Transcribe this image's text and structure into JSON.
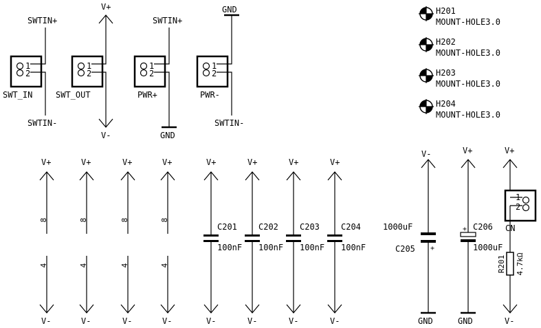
{
  "power_labels": {
    "vplus": "V+",
    "vminus": "V-",
    "gnd": "GND",
    "swtin_plus": "SWTIN+",
    "swtin_minus": "SWTIN-"
  },
  "pin_numbers": {
    "pin1": "1",
    "pin2": "2"
  },
  "connectors": [
    {
      "ref": "SWT_IN"
    },
    {
      "ref": "SWT_OUT"
    },
    {
      "ref": "PWR+"
    },
    {
      "ref": "PWR-"
    },
    {
      "ref": "CN"
    }
  ],
  "mount_holes": [
    {
      "ref": "H201",
      "value": "MOUNT-HOLE3.0"
    },
    {
      "ref": "H202",
      "value": "MOUNT-HOLE3.0"
    },
    {
      "ref": "H203",
      "value": "MOUNT-HOLE3.0"
    },
    {
      "ref": "H204",
      "value": "MOUNT-HOLE3.0"
    }
  ],
  "ic_power_pins": [
    {
      "top": "8",
      "bottom": "4"
    },
    {
      "top": "8",
      "bottom": "4"
    },
    {
      "top": "8",
      "bottom": "4"
    },
    {
      "top": "8",
      "bottom": "4"
    }
  ],
  "decoupling_caps": [
    {
      "ref": "C201",
      "value": "100nF"
    },
    {
      "ref": "C202",
      "value": "100nF"
    },
    {
      "ref": "C203",
      "value": "100nF"
    },
    {
      "ref": "C204",
      "value": "100nF"
    }
  ],
  "bulk_caps": [
    {
      "ref": "C205",
      "value": "1000uF",
      "polarity": "+"
    },
    {
      "ref": "C206",
      "value": "1000uF",
      "polarity": "+"
    }
  ],
  "resistor": {
    "ref": "R201",
    "value": "4.7kΩ"
  },
  "colors": {
    "ink": "#000000",
    "background": "#ffffff"
  }
}
